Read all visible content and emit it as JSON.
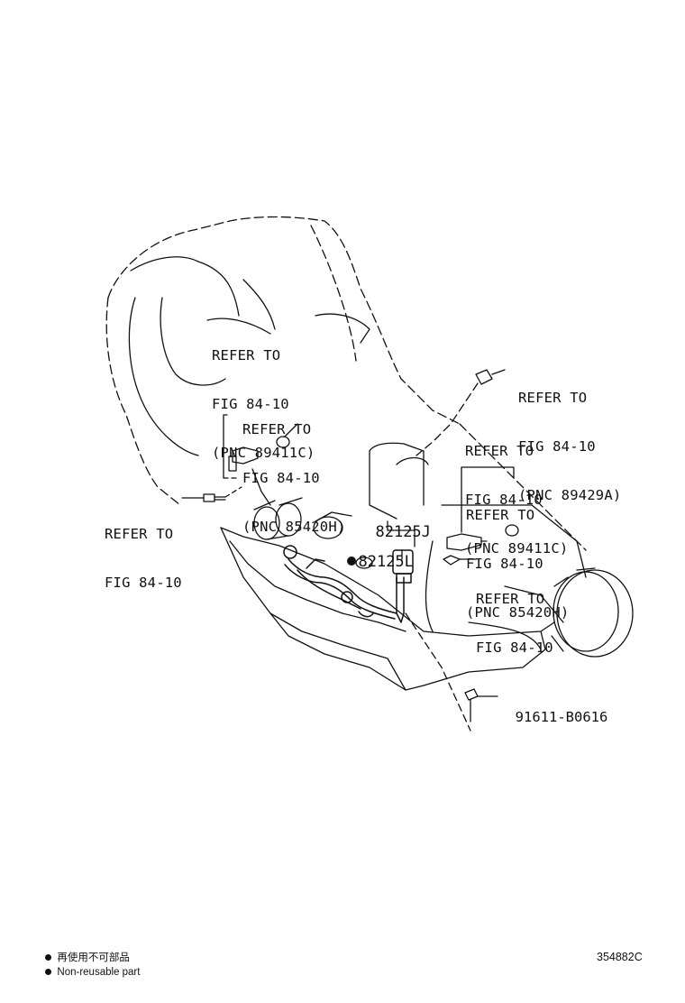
{
  "callouts": [
    {
      "lines": [
        "REFER TO",
        "FIG 84-10",
        "(PNC 89411C)"
      ]
    },
    {
      "lines": [
        "REFER TO",
        "FIG 84-10",
        "(PNC 85420H)"
      ]
    },
    {
      "lines": [
        "REFER TO",
        "FIG 84-10"
      ]
    },
    {
      "lines": [
        "REFER TO",
        "FIG 84-10",
        "(PNC 89429A)"
      ]
    },
    {
      "lines": [
        "REFER TO",
        "FIG 84-10",
        "(PNC 89411C)"
      ]
    },
    {
      "lines": [
        "REFER TO",
        "FIG 84-10",
        "(PNC 85420H)"
      ]
    },
    {
      "lines": [
        "REFER TO",
        "FIG 84-10"
      ]
    }
  ],
  "parts": {
    "harness_j": "82125J",
    "harness_l": "82125L",
    "bolt": "91611-B0616"
  },
  "legend": {
    "line1": "再使用不可部品",
    "line2": "Non-reusable part"
  },
  "figure_id": "354882C"
}
